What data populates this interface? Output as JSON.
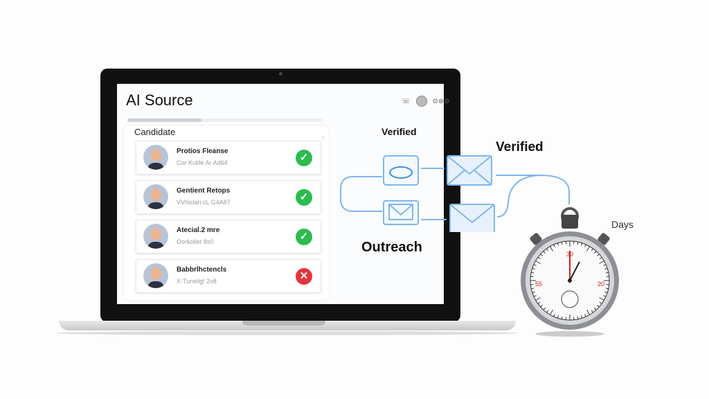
{
  "app": {
    "title": "AI Source",
    "header_text": "⊘⊛⊘"
  },
  "progress": {
    "value_percent": 38
  },
  "list": {
    "heading": "Candidate",
    "rows": [
      {
        "name": "Protios Fleanse",
        "sub": "Cor Kulife Ar Ad64",
        "status": "verified"
      },
      {
        "name": "Gentient Retops",
        "sub": "VVhiclan.cL G4A87",
        "status": "verified"
      },
      {
        "name": "Atecial.2 mre",
        "sub": "Oorkolier 8s0",
        "status": "verified"
      },
      {
        "name": "Babbrlhctencls",
        "sub": "X-Tuneilg! 2v8",
        "status": "rejected"
      }
    ]
  },
  "flow": {
    "verified_small": "Verified",
    "verified_large": "Verified",
    "outreach": "Outreach"
  },
  "stopwatch": {
    "label": "Days"
  },
  "colors": {
    "verified": "#2dbb4e",
    "rejected": "#e8333a",
    "flow": "#7fb6ec"
  },
  "icons": {
    "verified": "✓",
    "rejected": "✕"
  }
}
